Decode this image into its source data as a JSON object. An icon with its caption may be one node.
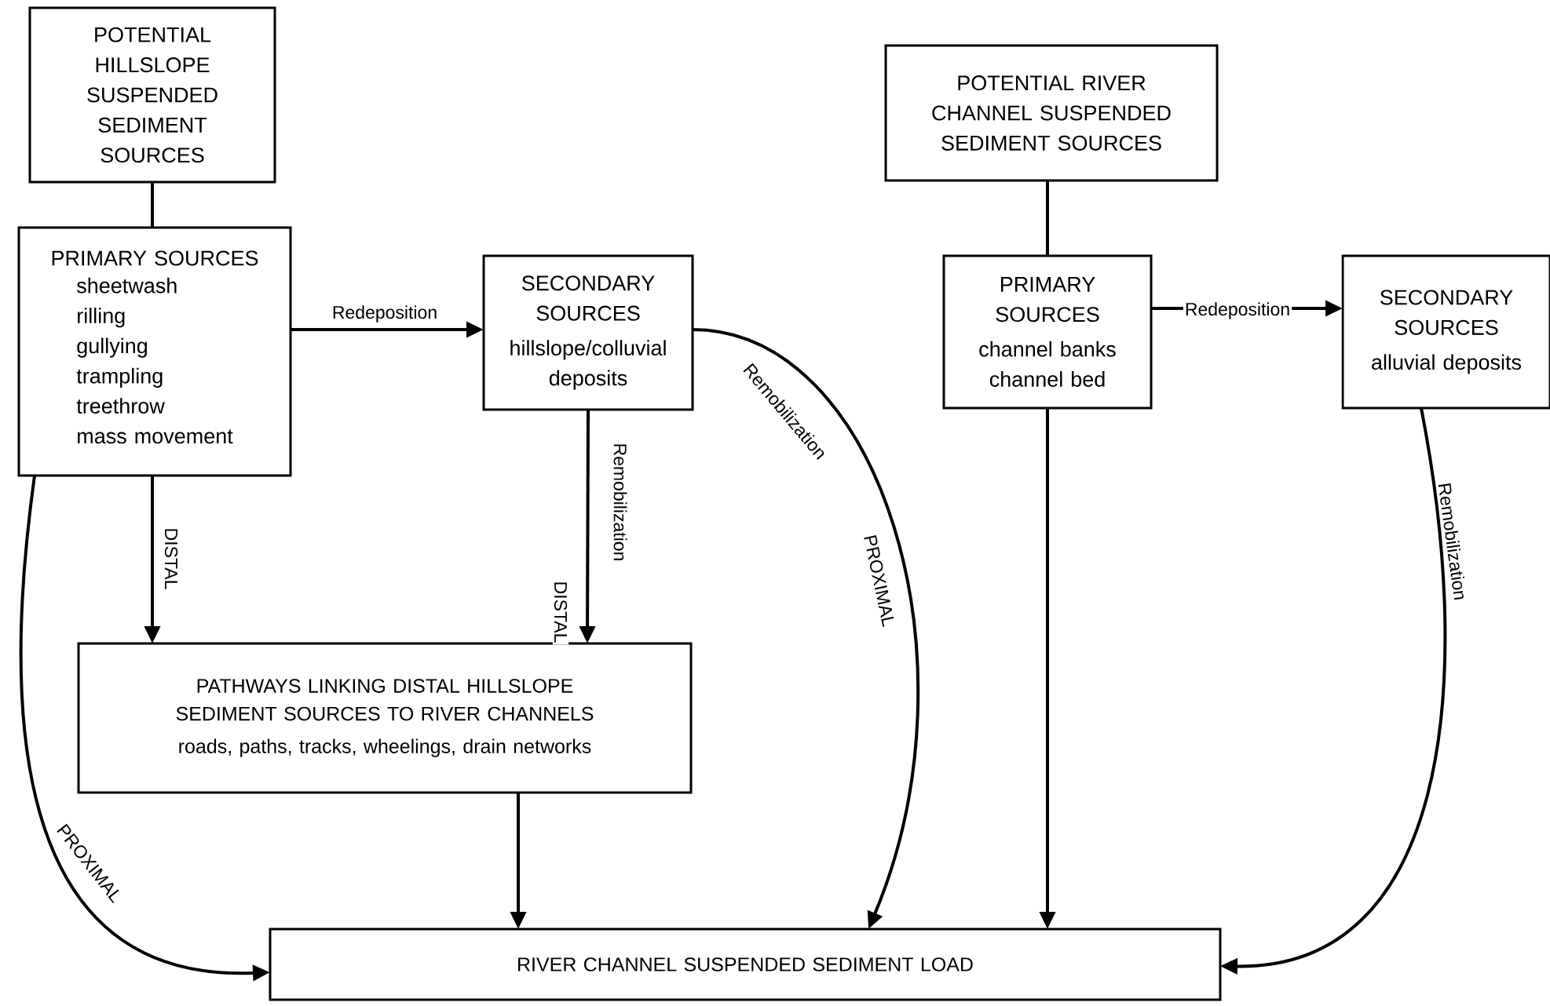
{
  "diagram": {
    "nodes": [
      {
        "text": [
          "POTENTIAL HILLSLOPE SUSPENDED SEDIMENT SOURCES"
        ]
      },
      {
        "text": [
          "PRIMARY SOURCES",
          "sheetwash",
          "rilling",
          "gullying",
          "trampling",
          "treethrow",
          "mass movement"
        ]
      },
      {
        "text": [
          "SECONDARY SOURCES",
          "hillslope/colluvial deposits"
        ]
      },
      {
        "text": [
          "PATHWAYS LINKING DISTAL HILLSLOPE SEDIMENT SOURCES TO RIVER CHANNELS",
          "roads, paths, tracks, wheelings, drain networks"
        ]
      },
      {
        "text": [
          "POTENTIAL RIVER CHANNEL SUSPENDED SEDIMENT SOURCES"
        ]
      },
      {
        "text": [
          "PRIMARY SOURCES",
          "channel banks",
          "channel bed"
        ]
      },
      {
        "text": [
          "SECONDARY SOURCES",
          "alluvial deposits"
        ]
      },
      {
        "text": [
          "RIVER CHANNEL SUSPENDED SEDIMENT LOAD"
        ]
      }
    ],
    "edges": [
      {
        "from": 0,
        "to": 1,
        "arrow": "none"
      },
      {
        "from": 1,
        "to": 2,
        "arrow": "to",
        "label": "Redeposition"
      },
      {
        "from": 1,
        "to": 3,
        "arrow": "to",
        "label": "DISTAL"
      },
      {
        "from": 2,
        "to": 3,
        "arrow": "to",
        "label": "Remobilization"
      },
      {
        "from": 1,
        "to": 7,
        "arrow": "to",
        "label": "PROXIMAL"
      },
      {
        "from": 2,
        "to": 7,
        "arrow": "to",
        "label": "Remobilization"
      },
      {
        "from": 3,
        "to": 7,
        "arrow": "to"
      },
      {
        "from": 4,
        "to": 5,
        "arrow": "none"
      },
      {
        "from": 5,
        "to": 6,
        "arrow": "to",
        "label": "Redeposition"
      },
      {
        "from": 5,
        "to": 7,
        "arrow": "to"
      },
      {
        "from": 6,
        "to": 7,
        "arrow": "to",
        "label": "Remobilization"
      }
    ],
    "labels": [
      "DISTAL",
      "PROXIMAL"
    ]
  }
}
